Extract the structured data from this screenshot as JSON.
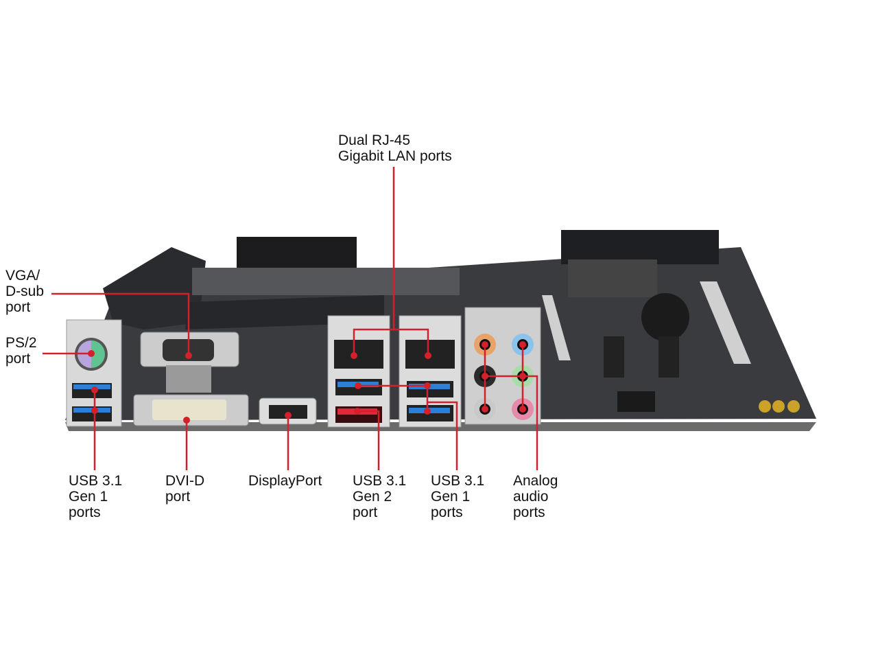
{
  "labels": {
    "lan": "Dual RJ-45\nGigabit LAN ports",
    "vga": "VGA/\nD-sub\nport",
    "ps2": "PS/2\nport",
    "usb_left": "USB 3.1\nGen 1\nports",
    "dvi": "DVI-D\nport",
    "displayport": "DisplayPort",
    "usb_gen2": "USB 3.1\nGen 2\nport",
    "usb_right": "USB 3.1\nGen 1\nports",
    "audio": "Analog\naudio\nports"
  },
  "colors": {
    "callout": "#d3202b",
    "board": "#3a3b3e",
    "usb3": "#2b7fd6",
    "usb_gen2": "#e0283a",
    "audio": [
      "#e8a36a",
      "#8cc3ea",
      "#2b2b2b",
      "#a8dca8",
      "#c9c9c9",
      "#e58aa8"
    ]
  }
}
